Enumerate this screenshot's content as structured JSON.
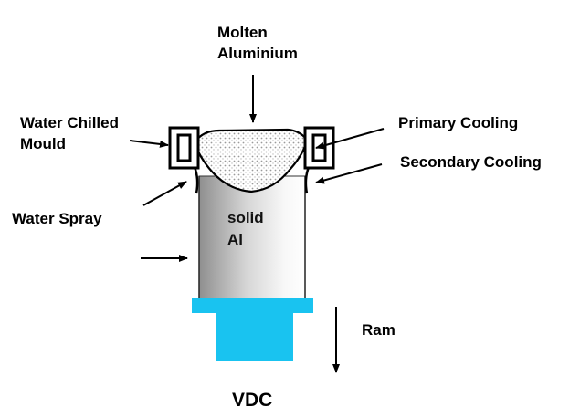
{
  "labels": {
    "molten_line1": "Molten",
    "molten_line2": "Aluminium",
    "mould_line1": "Water Chilled",
    "mould_line2": "Mould",
    "primary": "Primary Cooling",
    "secondary": "Secondary Cooling",
    "spray": "Water Spray",
    "solid_line1": "solid",
    "solid_line2": "Al",
    "ram": "Ram",
    "title": "VDC"
  },
  "colors": {
    "ram": "#19c3f0",
    "ink": "#000000"
  }
}
